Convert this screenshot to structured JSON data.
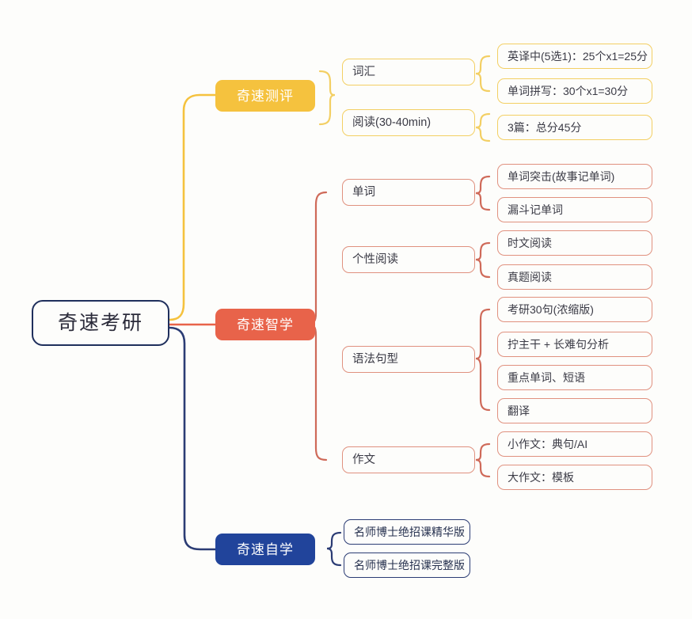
{
  "diagram": {
    "type": "mindmap",
    "title": "奇速考研",
    "palette": {
      "root_border": "#1f2f5c",
      "yellow": "#f5c23e",
      "orange": "#e8634a",
      "navy": "#21449b",
      "yellow_outline": "#f3cf63",
      "orange_outline": "#e0917f",
      "navy_outline": "#2b3c74",
      "background": "#fdfdfb"
    }
  },
  "root": {
    "label": "奇速考研"
  },
  "branches": [
    {
      "id": "branch-ceping",
      "label": "奇速测评",
      "color": "yellow",
      "children": [
        {
          "id": "node-cihui",
          "label": "词汇",
          "leaves": [
            {
              "id": "leaf-yingyizhong",
              "label": "英译中(5选1)：25个x1=25分"
            },
            {
              "id": "leaf-danci-pinxie",
              "label": "单词拼写：30个x1=30分"
            }
          ]
        },
        {
          "id": "node-yuedu",
          "label": "阅读(30-40min)",
          "leaves": [
            {
              "id": "leaf-sanpian",
              "label": "3篇：总分45分"
            }
          ]
        }
      ]
    },
    {
      "id": "branch-zhixue",
      "label": "奇速智学",
      "color": "orange",
      "children": [
        {
          "id": "node-danci",
          "label": "单词",
          "leaves": [
            {
              "id": "leaf-danci-tuji",
              "label": "单词突击(故事记单词)"
            },
            {
              "id": "leaf-loudou",
              "label": "漏斗记单词"
            }
          ]
        },
        {
          "id": "node-gexing-yuedu",
          "label": "个性阅读",
          "leaves": [
            {
              "id": "leaf-shiwen",
              "label": "时文阅读"
            },
            {
              "id": "leaf-zhenti",
              "label": "真题阅读"
            }
          ]
        },
        {
          "id": "node-yufa-juxing",
          "label": "语法句型",
          "leaves": [
            {
              "id": "leaf-kaoyan30",
              "label": "考研30句(浓缩版)"
            },
            {
              "id": "leaf-ningzhugan",
              "label": "拧主干 + 长难句分析"
            },
            {
              "id": "leaf-zhongdian",
              "label": "重点单词、短语"
            },
            {
              "id": "leaf-fanyi",
              "label": "翻译"
            }
          ]
        },
        {
          "id": "node-zuowen",
          "label": "作文",
          "leaves": [
            {
              "id": "leaf-xiaozuowen",
              "label": "小作文：典句/AI"
            },
            {
              "id": "leaf-dazuowen",
              "label": "大作文：模板"
            }
          ]
        }
      ]
    },
    {
      "id": "branch-zixue",
      "label": "奇速自学",
      "color": "navy",
      "children": [
        {
          "id": "node-jinghua",
          "label": "名师博士绝招课精华版",
          "leaves": []
        },
        {
          "id": "node-wanzheng",
          "label": "名师博士绝招课完整版",
          "leaves": []
        }
      ]
    }
  ]
}
